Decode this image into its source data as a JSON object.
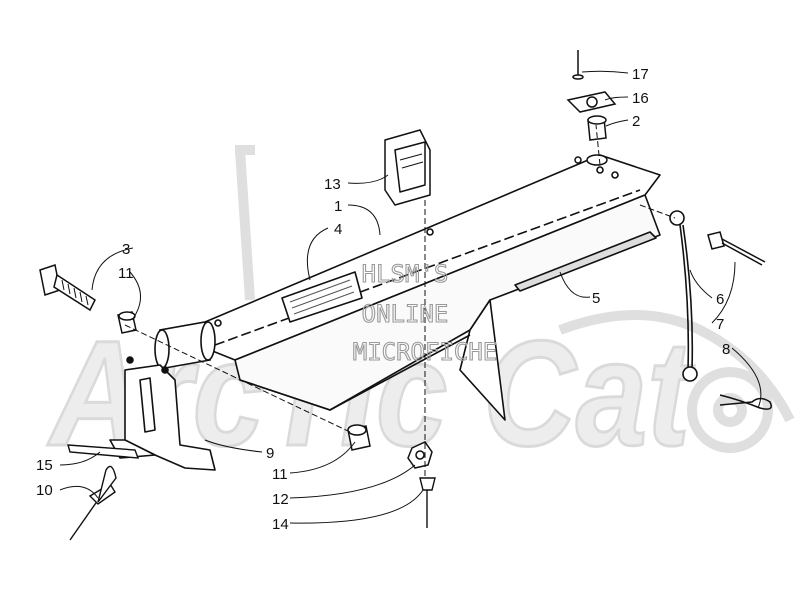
{
  "watermark": {
    "lines": [
      "HLSM'S",
      "ONLINE",
      "MICROFICHE"
    ],
    "background_brand": "ArcTic Cat"
  },
  "callouts": [
    {
      "id": "c17",
      "label": "17"
    },
    {
      "id": "c16",
      "label": "16"
    },
    {
      "id": "c2",
      "label": "2"
    },
    {
      "id": "c13",
      "label": "13"
    },
    {
      "id": "c1",
      "label": "1"
    },
    {
      "id": "c4",
      "label": "4"
    },
    {
      "id": "c3",
      "label": "3"
    },
    {
      "id": "c11a",
      "label": "11"
    },
    {
      "id": "c5",
      "label": "5"
    },
    {
      "id": "c6",
      "label": "6"
    },
    {
      "id": "c7",
      "label": "7"
    },
    {
      "id": "c8",
      "label": "8"
    },
    {
      "id": "c9",
      "label": "9"
    },
    {
      "id": "c11b",
      "label": "11"
    },
    {
      "id": "c12",
      "label": "12"
    },
    {
      "id": "c14",
      "label": "14"
    },
    {
      "id": "c15",
      "label": "15"
    },
    {
      "id": "c10",
      "label": "10"
    }
  ],
  "colors": {
    "ink": "#111111",
    "watermark_fill": "#e9e9e9",
    "watermark_stroke": "#cfcfcf",
    "watermark_text": "#bdbdbd"
  }
}
